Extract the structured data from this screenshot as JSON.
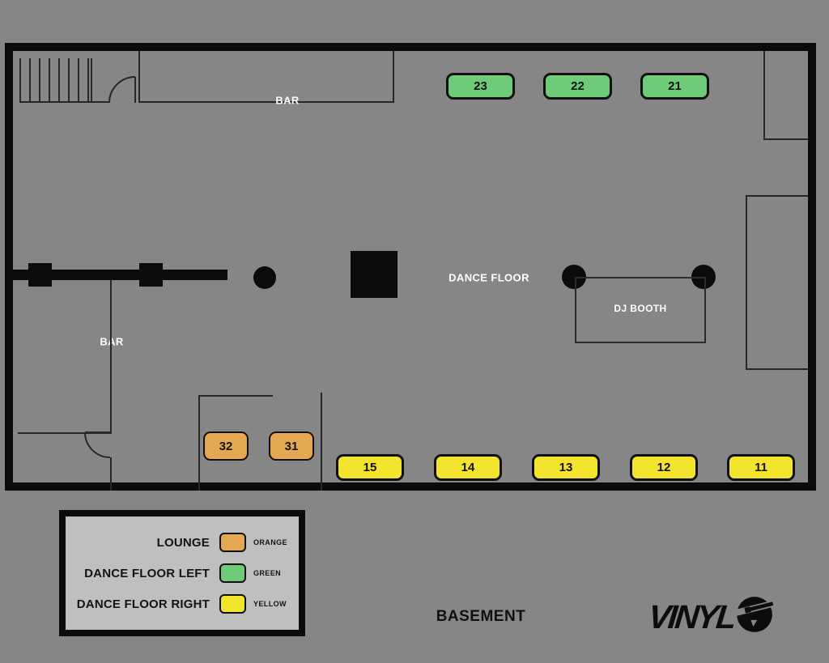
{
  "title": "BASEMENT",
  "brand": {
    "name": "VINYL"
  },
  "colors": {
    "background": "#868686",
    "wall": "#0b0b0b",
    "legend_panel": "#bfbfbf",
    "orange": "#e4a853",
    "green": "#6ecb79",
    "yellow": "#f3e52d"
  },
  "labels": {
    "bar_top": "BAR",
    "bar_left": "BAR",
    "dance_floor": "DANCE FLOOR",
    "dj_booth": "DJ BOOTH",
    "basement": "BASEMENT"
  },
  "tables": {
    "green": [
      {
        "label": "23"
      },
      {
        "label": "22"
      },
      {
        "label": "21"
      }
    ],
    "yellow": [
      {
        "label": "15"
      },
      {
        "label": "14"
      },
      {
        "label": "13"
      },
      {
        "label": "12"
      },
      {
        "label": "11"
      }
    ],
    "orange": [
      {
        "label": "32"
      },
      {
        "label": "31"
      }
    ]
  },
  "legend": {
    "rows": [
      {
        "label": "LOUNGE",
        "color_name": "ORANGE",
        "color": "#e4a853"
      },
      {
        "label": "DANCE FLOOR LEFT",
        "color_name": "GREEN",
        "color": "#6ecb79"
      },
      {
        "label": "DANCE FLOOR RIGHT",
        "color_name": "YELLOW",
        "color": "#f3e52d"
      }
    ]
  }
}
